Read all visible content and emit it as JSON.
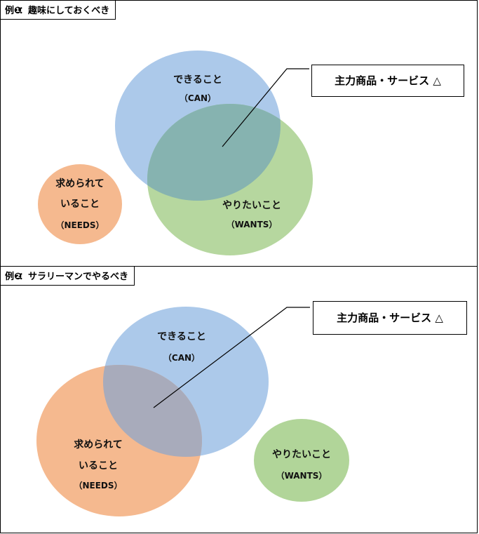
{
  "example1": {
    "tab_num": "例❶",
    "tab_title": "：趣味にしておくべき",
    "callout": "主力商品・サービス △",
    "can": {
      "line1": "できること",
      "line2": "（CAN）"
    },
    "wants": {
      "line1": "やりたいこと",
      "line2": "（WANTS）"
    },
    "needs": {
      "line1": "求められて",
      "line2": "いること",
      "line3": "（NEEDS）"
    }
  },
  "example2": {
    "tab_num": "例❷",
    "tab_title": "：サラリーマンでやるべき",
    "callout": "主力商品・サービス △",
    "can": {
      "line1": "できること",
      "line2": "（CAN）"
    },
    "wants": {
      "line1": "やりたいこと",
      "line2": "（WANTS）"
    },
    "needs": {
      "line1": "求められて",
      "line2": "いること",
      "line3": "（NEEDS）"
    }
  },
  "colors": {
    "can": "#9dbfe6",
    "wants": "#a9d08e",
    "needs": "#f4b183",
    "overlap1": "#86b3b0",
    "overlap2": "#a8abbb"
  }
}
